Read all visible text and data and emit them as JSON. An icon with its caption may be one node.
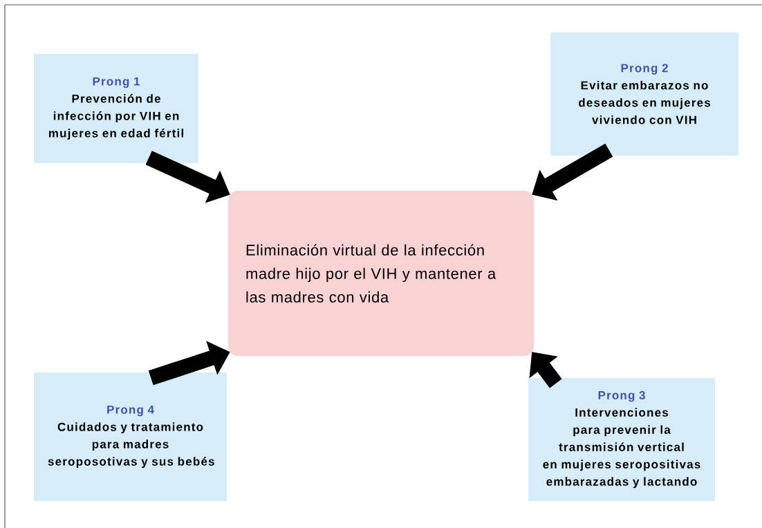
{
  "diagram": {
    "nodes": [
      {
        "text": [
          "Prong 1",
          "Prevención de infección por VIH en mujeres en edad fértil"
        ]
      },
      {
        "text": [
          "Prong 2",
          "Evitar embarazos no deseados en mujeres viviendo con VIH"
        ]
      },
      {
        "text": [
          "Eliminación virtual de la infección madre hijo por el VIH y mantener a las madres con vida"
        ]
      },
      {
        "text": [
          "Prong 4",
          "Cuidados y tratamiento para madres seroposotivas y sus bebés"
        ]
      },
      {
        "text": [
          "Prong 3",
          "Intervenciones para prevenir la transmisión vertical en mujeres seropositivas embarazadas y lactando"
        ]
      }
    ],
    "edges": [
      {
        "from": 0,
        "to": 2,
        "arrow": "to"
      },
      {
        "from": 1,
        "to": 2,
        "arrow": "to"
      },
      {
        "from": 3,
        "to": 2,
        "arrow": "to"
      },
      {
        "from": 4,
        "to": 2,
        "arrow": "to"
      }
    ]
  }
}
